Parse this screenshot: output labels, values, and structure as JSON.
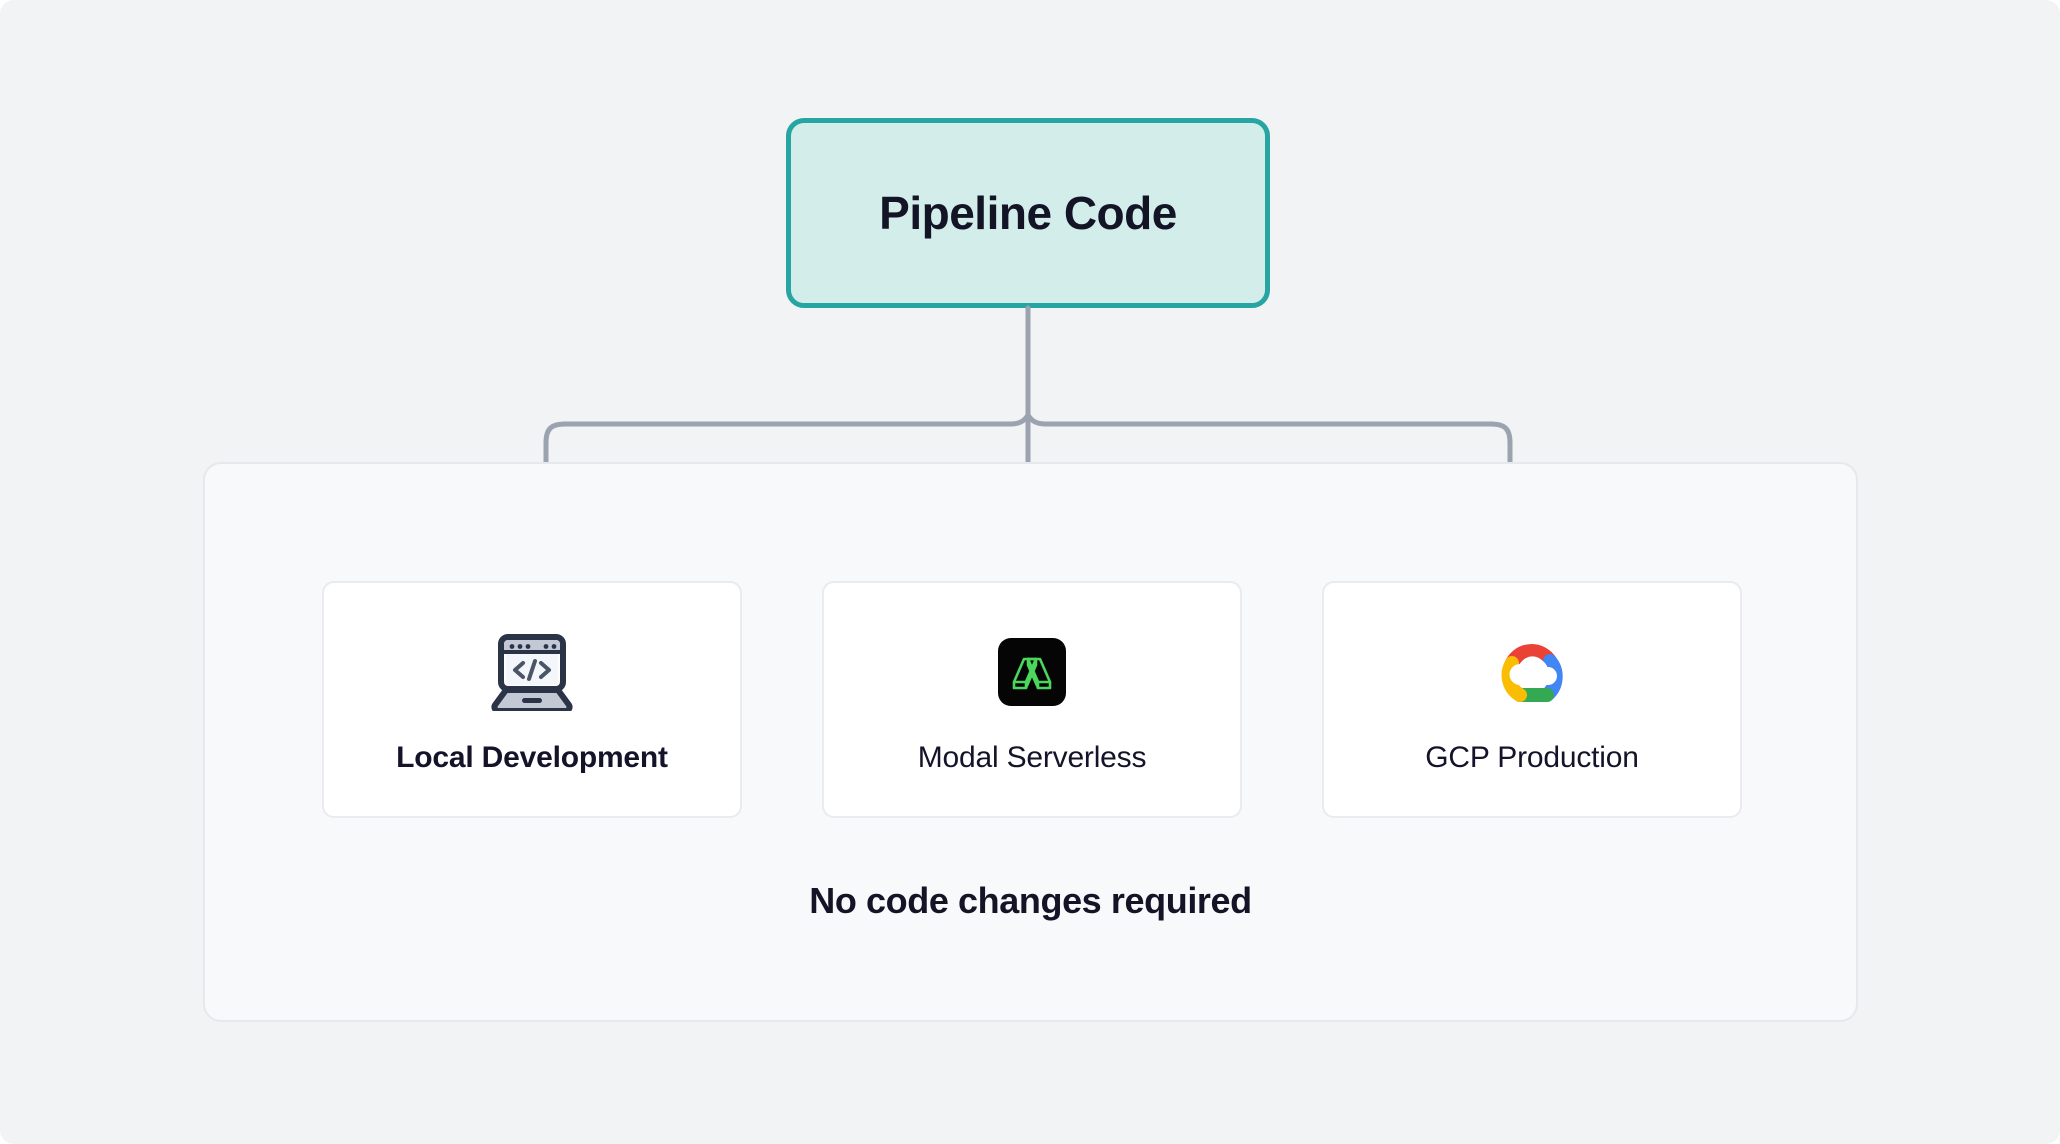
{
  "diagram": {
    "background_color": "#F1F3F5",
    "root": {
      "label": "Pipeline Code",
      "fill_color": "#D3EDEA",
      "border_color": "#26A5A3",
      "text_color": "#141427"
    },
    "connector": {
      "color": "#9AA3AF",
      "style": "elbow-arrow",
      "branch_count": 3
    },
    "panel": {
      "fill_color": "#F7F9FA",
      "border_color": "#E6E8EB",
      "footer_note": "No code changes required"
    },
    "cards": [
      {
        "label": "Local Development",
        "icon": "laptop-code-icon",
        "weight": "bold"
      },
      {
        "label": "Modal Serverless",
        "icon": "modal-logo-icon",
        "weight": "medium",
        "icon_colors": {
          "background": "#050505",
          "mark": "#4BD75C"
        }
      },
      {
        "label": "GCP Production",
        "icon": "google-cloud-logo-icon",
        "weight": "medium",
        "icon_colors": {
          "red": "#EA4335",
          "yellow": "#FBBC04",
          "green": "#34A853",
          "blue": "#4285F4",
          "cloud": "#FFFFFF"
        }
      }
    ]
  }
}
